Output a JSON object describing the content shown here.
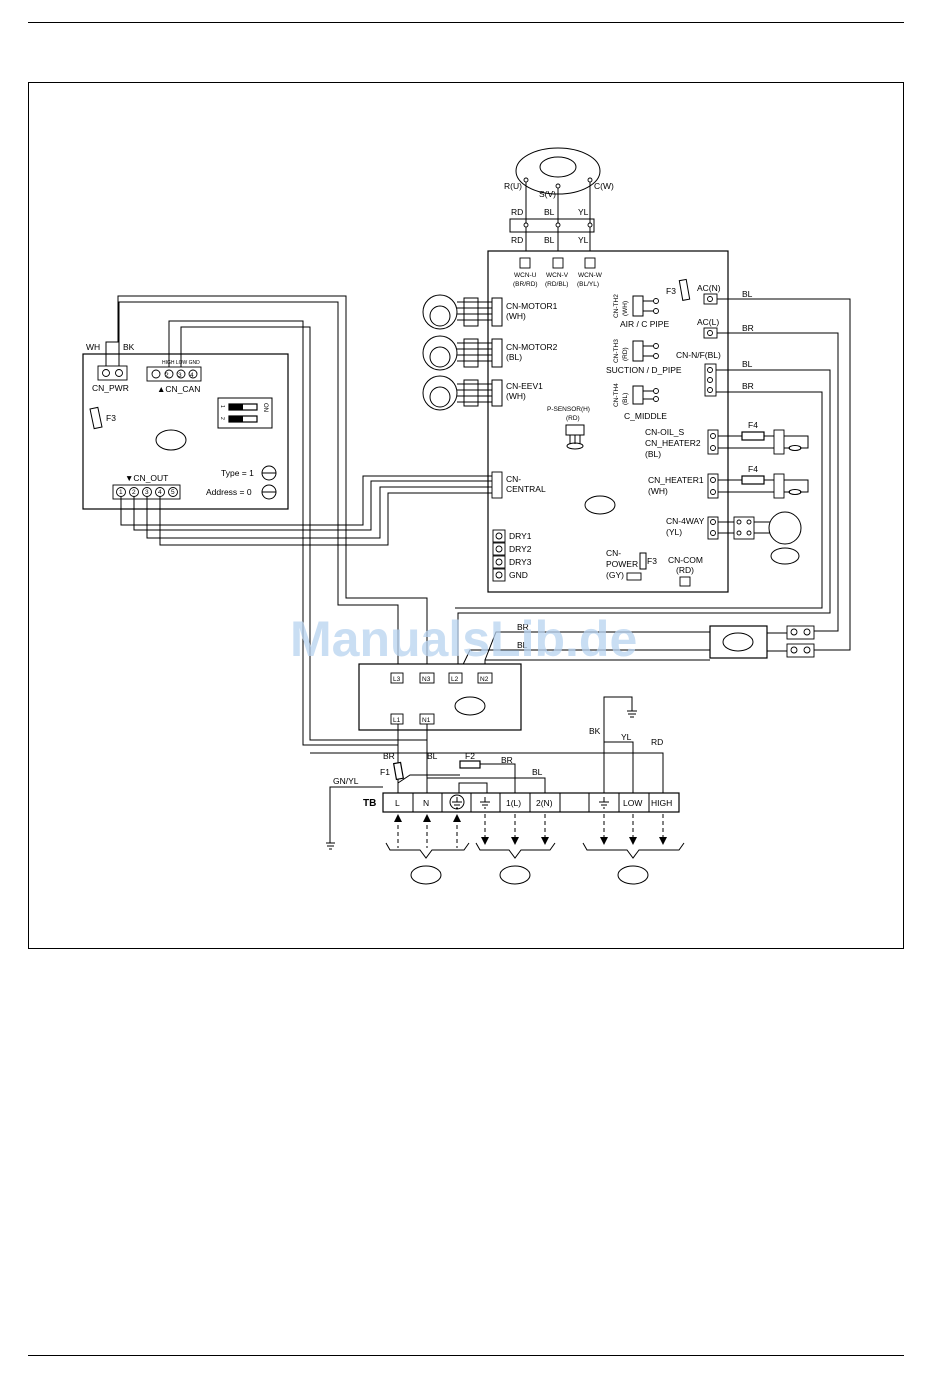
{
  "watermark": "ManualsLib.de",
  "compressor": {
    "phase_u": "R(U)",
    "phase_v": "S(V)",
    "phase_w": "C(W)"
  },
  "wire_colors": {
    "rd": "RD",
    "bl": "BL",
    "yl": "YL",
    "br": "BR",
    "wh": "WH",
    "bk": "BK",
    "gnyl": "GN/YL"
  },
  "main_pcb": {
    "wcn_u": "WCN-U",
    "wcn_u_sub": "(BR/RD)",
    "wcn_v": "WCN-V",
    "wcn_v_sub": "(RD/BL)",
    "wcn_w": "WCN-W",
    "wcn_w_sub": "(BL/YL)",
    "motor1": "CN-MOTOR1",
    "motor1_sub": "(WH)",
    "motor2": "CN-MOTOR2",
    "motor2_sub": "(BL)",
    "eev1": "CN-EEV1",
    "eev1_sub": "(WH)",
    "central": "CN-",
    "central_sub": "CENTRAL",
    "th2": "CN-TH2",
    "th2_sub": "(WH)",
    "th2_label": "AIR / C PIPE",
    "th3": "CN-TH3",
    "th3_sub": "(RD)",
    "th3_label": "SUCTION / D_PIPE",
    "th4": "CN-TH4",
    "th4_sub": "(BL)",
    "th4_label": "C_MIDDLE",
    "p_sensor": "P-SENSOR(H)",
    "p_sensor_sub": "(RD)",
    "f3": "F3",
    "f4": "F4",
    "ac_n": "AC(N)",
    "ac_l": "AC(L)",
    "cn_nf": "CN-N/F(BL)",
    "oil_s": "CN-OIL_S",
    "heater2": "CN_HEATER2",
    "heater2_sub": "(BL)",
    "heater1": "CN_HEATER1",
    "heater1_sub": "(WH)",
    "four_way": "CN-4WAY",
    "four_way_sub": "(YL)",
    "dry1": "DRY1",
    "dry2": "DRY2",
    "dry3": "DRY3",
    "gnd": "GND",
    "power": "CN-",
    "power_sub": "POWER",
    "power_sub2": "(GY)",
    "com": "CN-COM",
    "com_sub": "(RD)"
  },
  "sub_pcb": {
    "wh": "WH",
    "bk": "BK",
    "cn_pwr": "CN_PWR",
    "can_pins": "HIGH LOW GND",
    "cn_can": "▲CN_CAN",
    "f3": "F3",
    "dip_on": "ON",
    "dip_1": "1",
    "dip_2": "2",
    "cn_out": "▼CN_OUT",
    "type": "Type = 1",
    "address": "Address = 0",
    "out_pins": [
      "1",
      "2",
      "3",
      "4",
      "5"
    ],
    "can_nums": [
      "1",
      "2",
      "3",
      "4"
    ]
  },
  "noise_filter": {
    "l3": "L3",
    "n3": "N3",
    "l2": "L2",
    "n2": "N2",
    "l1": "L1",
    "n1": "N1"
  },
  "terminal": {
    "tb": "TB",
    "f1": "F1",
    "f2": "F2",
    "labels": [
      "L",
      "N",
      "1(L)",
      "2(N)",
      "LOW",
      "HIGH"
    ]
  }
}
